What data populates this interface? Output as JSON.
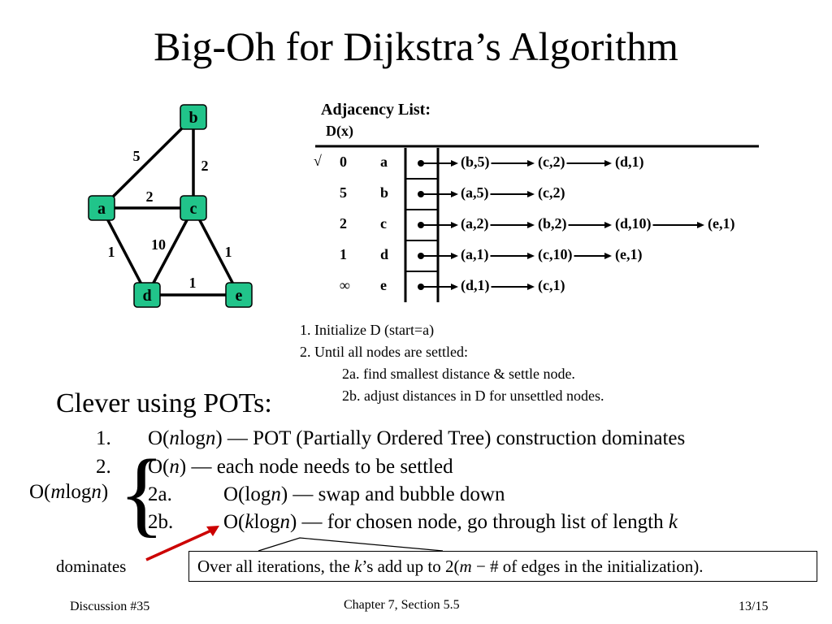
{
  "slide": {
    "title": "Big-Oh for Dijkstra’s Algorithm"
  },
  "graph": {
    "node_color": "#21c48a",
    "edge_color": "#000000",
    "nodes": [
      {
        "id": "a",
        "label": "a"
      },
      {
        "id": "b",
        "label": "b"
      },
      {
        "id": "c",
        "label": "c"
      },
      {
        "id": "d",
        "label": "d"
      },
      {
        "id": "e",
        "label": "e"
      }
    ],
    "edges": [
      {
        "from": "a",
        "to": "b",
        "weight": "5"
      },
      {
        "from": "b",
        "to": "c",
        "weight": "2"
      },
      {
        "from": "a",
        "to": "c",
        "weight": "2"
      },
      {
        "from": "a",
        "to": "d",
        "weight": "1"
      },
      {
        "from": "c",
        "to": "d",
        "weight": "10"
      },
      {
        "from": "c",
        "to": "e",
        "weight": "1"
      },
      {
        "from": "d",
        "to": "e",
        "weight": "1"
      }
    ]
  },
  "adjacency": {
    "heading": "Adjacency List:",
    "dx_label": "D(x)",
    "settled_mark": "√",
    "rows": [
      {
        "dist": "0",
        "node": "a",
        "list": [
          "(b,5)",
          "(c,2)",
          "(d,1)"
        ]
      },
      {
        "dist": "5",
        "node": "b",
        "list": [
          "(a,5)",
          "(c,2)"
        ]
      },
      {
        "dist": "2",
        "node": "c",
        "list": [
          "(a,2)",
          "(b,2)",
          "(d,10)",
          "(e,1)"
        ]
      },
      {
        "dist": "1",
        "node": "d",
        "list": [
          "(a,1)",
          "(c,10)",
          "(e,1)"
        ]
      },
      {
        "dist": "∞",
        "node": "e",
        "list": [
          "(d,1)",
          "(c,1)"
        ]
      }
    ]
  },
  "steps": [
    "1. Initialize D (start=a)",
    "2. Until all nodes are settled:",
    "2a. find smallest distance & settle node.",
    "2b. adjust distances in D for unsettled nodes."
  ],
  "pot": {
    "heading": "Clever using POTs:",
    "items": [
      {
        "num": "1.",
        "pre": "O(",
        "var1": "n",
        "mid": "log",
        "var2": "n",
        "post": ") — POT (Partially Ordered Tree) construction dominates"
      },
      {
        "num": "2.",
        "pre": "O(",
        "var1": "n",
        "mid": "",
        "var2": "",
        "post": ") — each node needs to be settled"
      },
      {
        "num": "2a.",
        "pre": "O(log",
        "var1": "n",
        "mid": "",
        "var2": "",
        "post": ") — swap and bubble down"
      },
      {
        "num": "2b.",
        "pre": "O(",
        "var1": "k",
        "mid": "log",
        "var2": "n",
        "post": ") — for chosen node, go through list of length ",
        "tail": "k"
      }
    ],
    "brace_label_pre": "O(",
    "brace_label_var1": "m",
    "brace_label_mid": "log",
    "brace_label_var2": "n",
    "brace_label_post": ")",
    "dominates": "dominates",
    "arrow_color": "#cc0000",
    "callout": {
      "pre": "Over all iterations, the ",
      "var": "k",
      "post": "’s add up to 2(",
      "var2": "m",
      "post2": " − # of edges in the initialization)."
    }
  },
  "footer": {
    "left": "Discussion #35",
    "center": "Chapter 7, Section 5.5",
    "right": "13/15"
  }
}
